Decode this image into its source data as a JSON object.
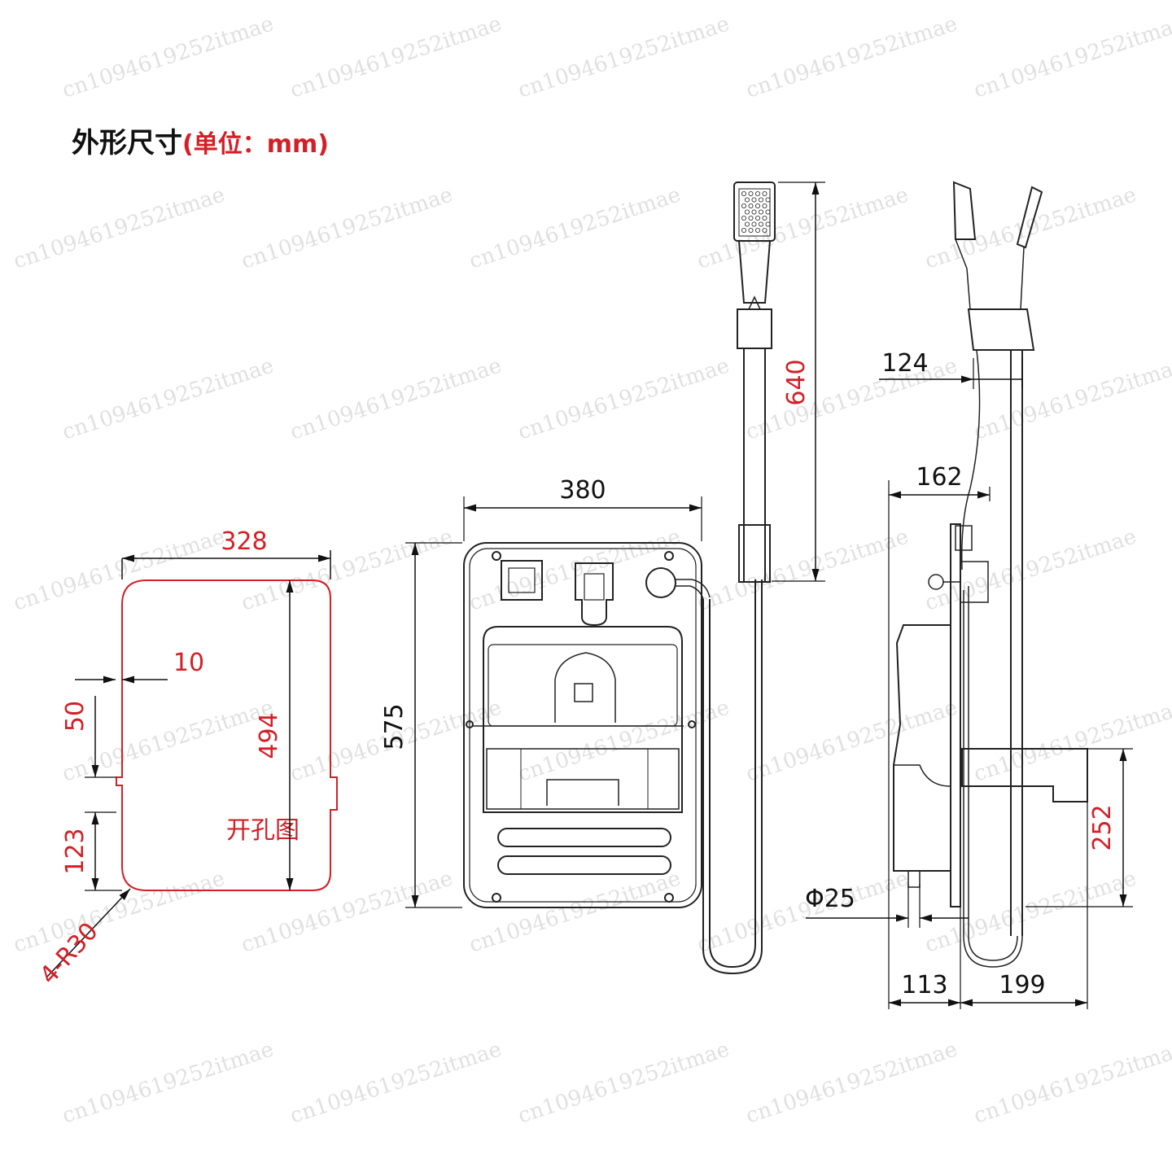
{
  "title": {
    "main": "外形尺寸",
    "unit": "(单位：mm)"
  },
  "colors": {
    "line": "#222222",
    "dim_black": "#111111",
    "dim_red": "#d31f26",
    "outline_red": "#d31f26"
  },
  "cutout": {
    "label": "开孔图",
    "dims": {
      "width": "328",
      "height": "494",
      "notch": "10",
      "upper": "50",
      "lower": "123",
      "radius": "4-R30"
    }
  },
  "front": {
    "dims": {
      "width": "380",
      "height": "575"
    }
  },
  "shower": {
    "dims": {
      "height": "640"
    }
  },
  "side": {
    "dims": {
      "a": "124",
      "b": "162",
      "c": "252",
      "pipe": "Φ25",
      "d": "113",
      "e": "199"
    }
  },
  "watermark": "cn1094619252itmae"
}
